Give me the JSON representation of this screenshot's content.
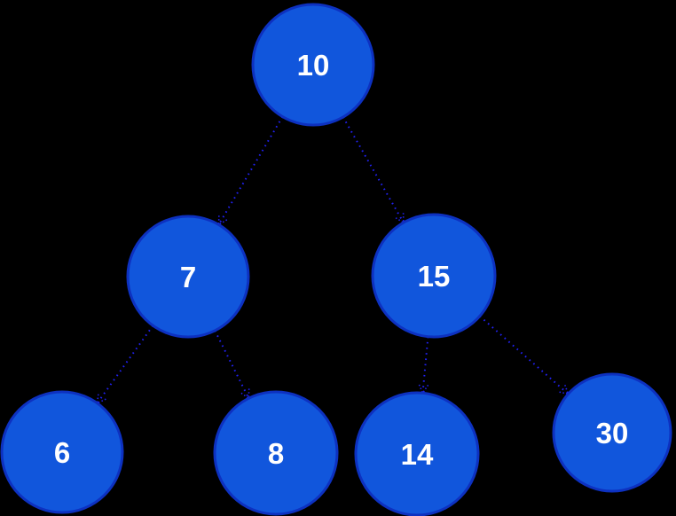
{
  "diagram": {
    "kind": "binary-tree",
    "background_color": "#000000",
    "node_fill_color": "#1156DC",
    "node_border_color": "#0D31C0",
    "node_text_color": "#FFFFFF",
    "edge_color": "#2121F2",
    "edge_line_style": "dotted",
    "nodes": [
      {
        "id": "10",
        "label": "10"
      },
      {
        "id": "7",
        "label": "7"
      },
      {
        "id": "15",
        "label": "15"
      },
      {
        "id": "6",
        "label": "6"
      },
      {
        "id": "8",
        "label": "8"
      },
      {
        "id": "14",
        "label": "14"
      },
      {
        "id": "30",
        "label": "30"
      }
    ],
    "edges": [
      {
        "from": "10",
        "to": "7"
      },
      {
        "from": "10",
        "to": "15"
      },
      {
        "from": "7",
        "to": "6"
      },
      {
        "from": "7",
        "to": "8"
      },
      {
        "from": "15",
        "to": "14"
      },
      {
        "from": "15",
        "to": "30"
      }
    ]
  }
}
